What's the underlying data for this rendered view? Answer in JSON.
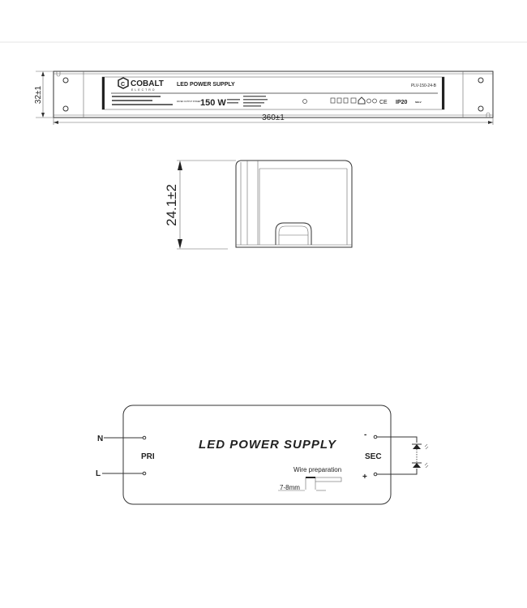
{
  "top_view": {
    "height_dim": "32±1",
    "length_dim": "360±1",
    "brand": "COBALT",
    "brand_sub": "ELECTRO",
    "product_title": "LED POWER SUPPLY",
    "model": "PLV-150-24-B",
    "rated_power_label": "RATED OUTPUT POWER",
    "power": "150 W",
    "ip_rating": "IP20",
    "selv": "SELV",
    "ce": "CE"
  },
  "side_view": {
    "height_dim": "24.1±2"
  },
  "wiring": {
    "title": "LED POWER SUPPLY",
    "primary": "PRI",
    "secondary": "SEC",
    "neutral": "N",
    "line": "L",
    "minus": "-",
    "plus": "+",
    "wire_prep": "Wire preparation",
    "strip_length": "7-8mm"
  }
}
